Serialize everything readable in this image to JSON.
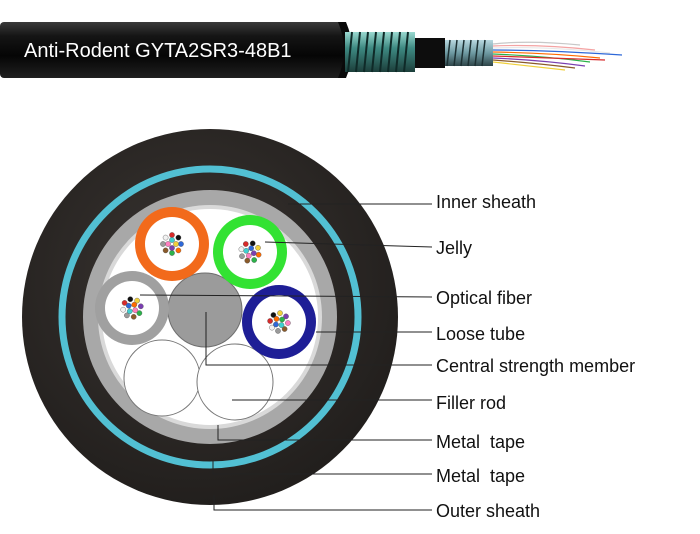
{
  "banner": {
    "title": "Anti-Rodent GYTA2SR3-48B1"
  },
  "labels": [
    {
      "id": "inner-sheath",
      "text": "Inner sheath"
    },
    {
      "id": "jelly",
      "text": "Jelly"
    },
    {
      "id": "optical-fiber",
      "text": "Optical fiber"
    },
    {
      "id": "loose-tube",
      "text": "Loose tube"
    },
    {
      "id": "central-strength-member",
      "text": "Central strength member"
    },
    {
      "id": "filler-rod",
      "text": "Filler rod"
    },
    {
      "id": "metal-tape-inner",
      "text": "Metal  tape"
    },
    {
      "id": "metal-tape-outer",
      "text": "Metal  tape"
    },
    {
      "id": "outer-sheath",
      "text": "Outer sheath"
    }
  ],
  "colors": {
    "outer_sheath": "#2a2624",
    "metal_tape_stripe": "#52c0d3",
    "inner_sheath": "#a8a8a8",
    "core_fill": "#ffffff",
    "tube_orange": "#f26a1b",
    "tube_green": "#33e233",
    "tube_blue": "#1e1e96",
    "tube_gray": "#a0a0a0",
    "strength_member": "#9b9b9b",
    "cable_jacket": "#111111",
    "armor": "#3e8a82"
  }
}
